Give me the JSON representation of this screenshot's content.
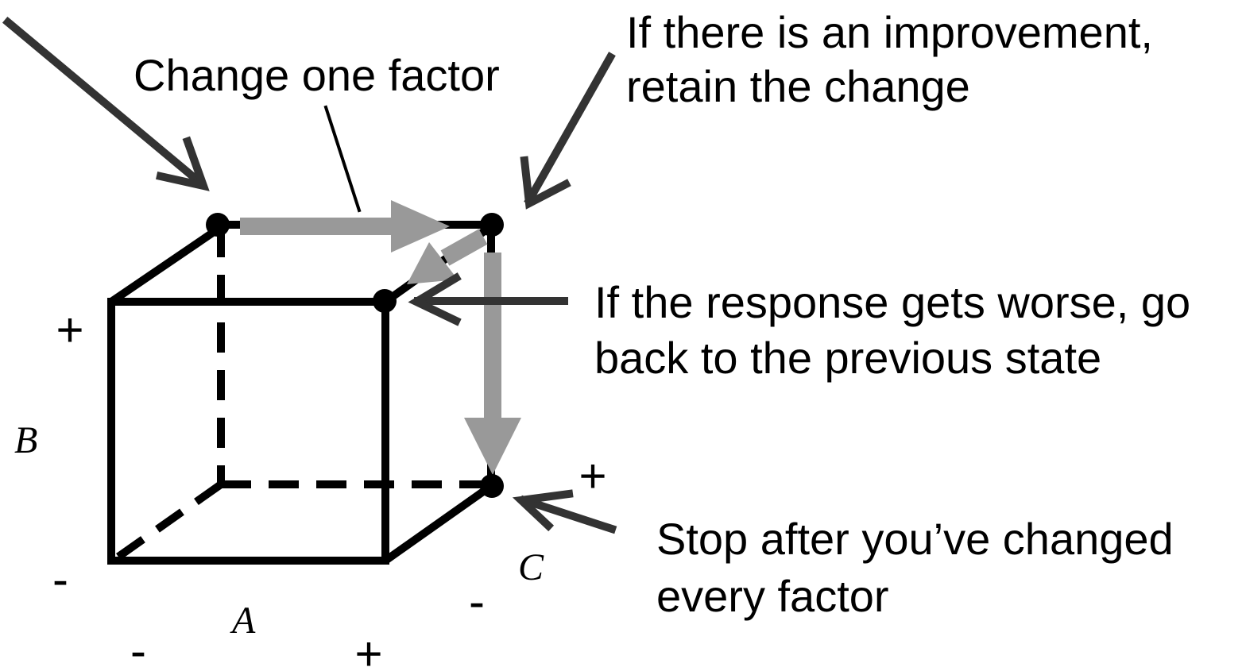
{
  "annotations": {
    "change_one_factor": "Change one factor",
    "improvement_line1": "If there is an improvement,",
    "improvement_line2": "retain the change",
    "worse_line1": "If the response gets worse, go",
    "worse_line2": "back to the previous state",
    "stop_line1": "Stop after you’ve changed",
    "stop_line2": "every factor"
  },
  "axes": {
    "a": {
      "name": "A",
      "low": "-",
      "high": "+"
    },
    "b": {
      "name": "B",
      "low": "-",
      "high": "+"
    },
    "c": {
      "name": "C",
      "low": "-",
      "high": "+"
    }
  },
  "colors": {
    "cube": "#000000",
    "pointer_arrows": "#333333",
    "path_arrows": "#999999",
    "text": "#000000"
  }
}
